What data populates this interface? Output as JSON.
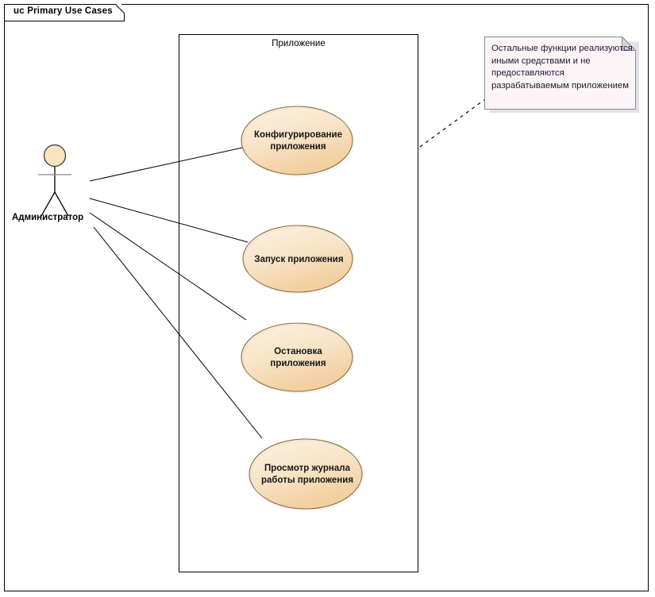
{
  "diagram": {
    "frame_title": "uc Primary Use Cases",
    "boundary_label": "Приложение",
    "background_color": "#ffffff",
    "line_color": "#000000"
  },
  "actor": {
    "name": "Администратор",
    "head_fill": "#fbe3bd",
    "stroke": "#3a3a3a"
  },
  "use_cases": [
    {
      "id": "configure",
      "lines": [
        "Конфигурирование",
        "приложения"
      ],
      "fill_start": "#fdf0dd",
      "fill_end": "#f3d3a4",
      "stroke": "#8c6d3f"
    },
    {
      "id": "start",
      "lines": [
        "Запуск приложения"
      ],
      "fill_start": "#fdf0dd",
      "fill_end": "#f3d3a4",
      "stroke": "#8c6d3f"
    },
    {
      "id": "stop",
      "lines": [
        "Остановка",
        "приложения"
      ],
      "fill_start": "#fdf0dd",
      "fill_end": "#f3d3a4",
      "stroke": "#8c6d3f"
    },
    {
      "id": "view-log",
      "lines": [
        "Просмотр журнала",
        "работы приложения"
      ],
      "fill_start": "#fdf0dd",
      "fill_end": "#f3d3a4",
      "stroke": "#8c6d3f"
    }
  ],
  "note": {
    "lines": [
      "Остальные функции реализуются",
      "иными средствами и не",
      "предоставляются",
      "разрабатываемым приложением"
    ],
    "fill": "#fdf4f7",
    "stroke": "#8a8a96"
  }
}
